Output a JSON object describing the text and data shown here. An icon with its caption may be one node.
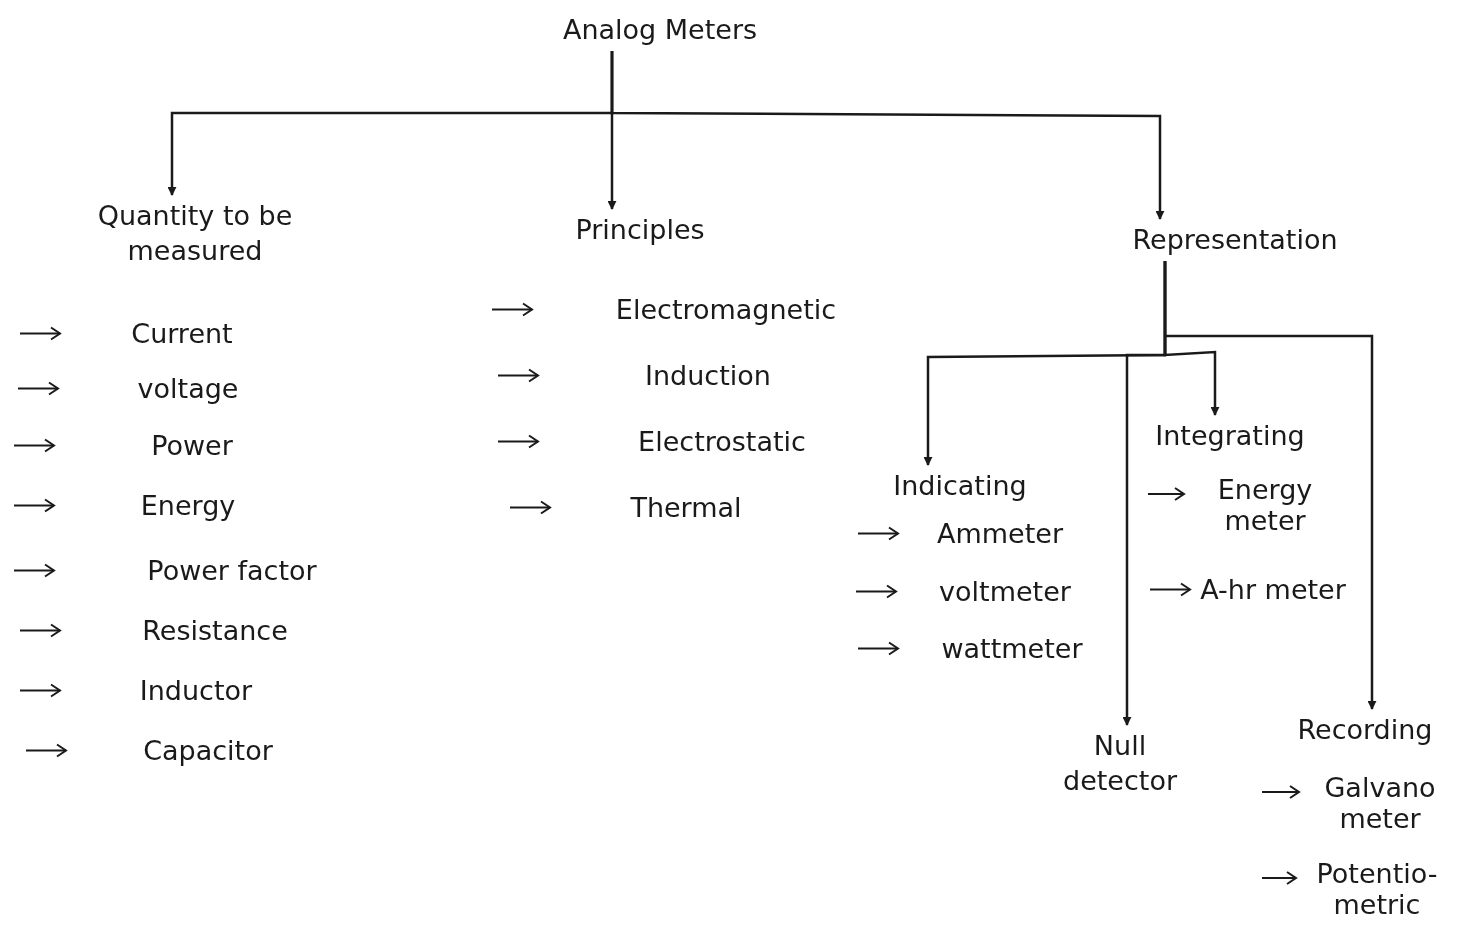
{
  "diagram": {
    "nodes": [
      {
        "text": [
          "Analog Meters"
        ]
      },
      {
        "text": [
          "Quantity to be measured"
        ]
      },
      {
        "text": [
          "Principles"
        ]
      },
      {
        "text": [
          "Representation"
        ]
      },
      {
        "text": [
          "Indicating"
        ]
      },
      {
        "text": [
          "Null detector"
        ]
      },
      {
        "text": [
          "Integrating"
        ]
      },
      {
        "text": [
          "Recording"
        ]
      }
    ],
    "edges": [
      {
        "from": 0,
        "to": 1,
        "arrow": "to"
      },
      {
        "from": 0,
        "to": 2,
        "arrow": "to"
      },
      {
        "from": 0,
        "to": 3,
        "arrow": "to"
      },
      {
        "from": 3,
        "to": 4,
        "arrow": "to"
      },
      {
        "from": 3,
        "to": 5,
        "arrow": "to"
      },
      {
        "from": 3,
        "to": 6,
        "arrow": "to"
      },
      {
        "from": 3,
        "to": 7,
        "arrow": "to"
      }
    ],
    "labels": [
      "Current",
      "voltage",
      "Power",
      "Energy",
      "Power factor",
      "Resistance",
      "Inductor",
      "Capacitor",
      "Electromagnetic",
      "Induction",
      "Electrostatic",
      "Thermal",
      "Ammeter",
      "voltmeter",
      "wattmeter",
      "Energy meter",
      "A-hr meter",
      "Galvano meter",
      "Potentio-metric"
    ]
  }
}
